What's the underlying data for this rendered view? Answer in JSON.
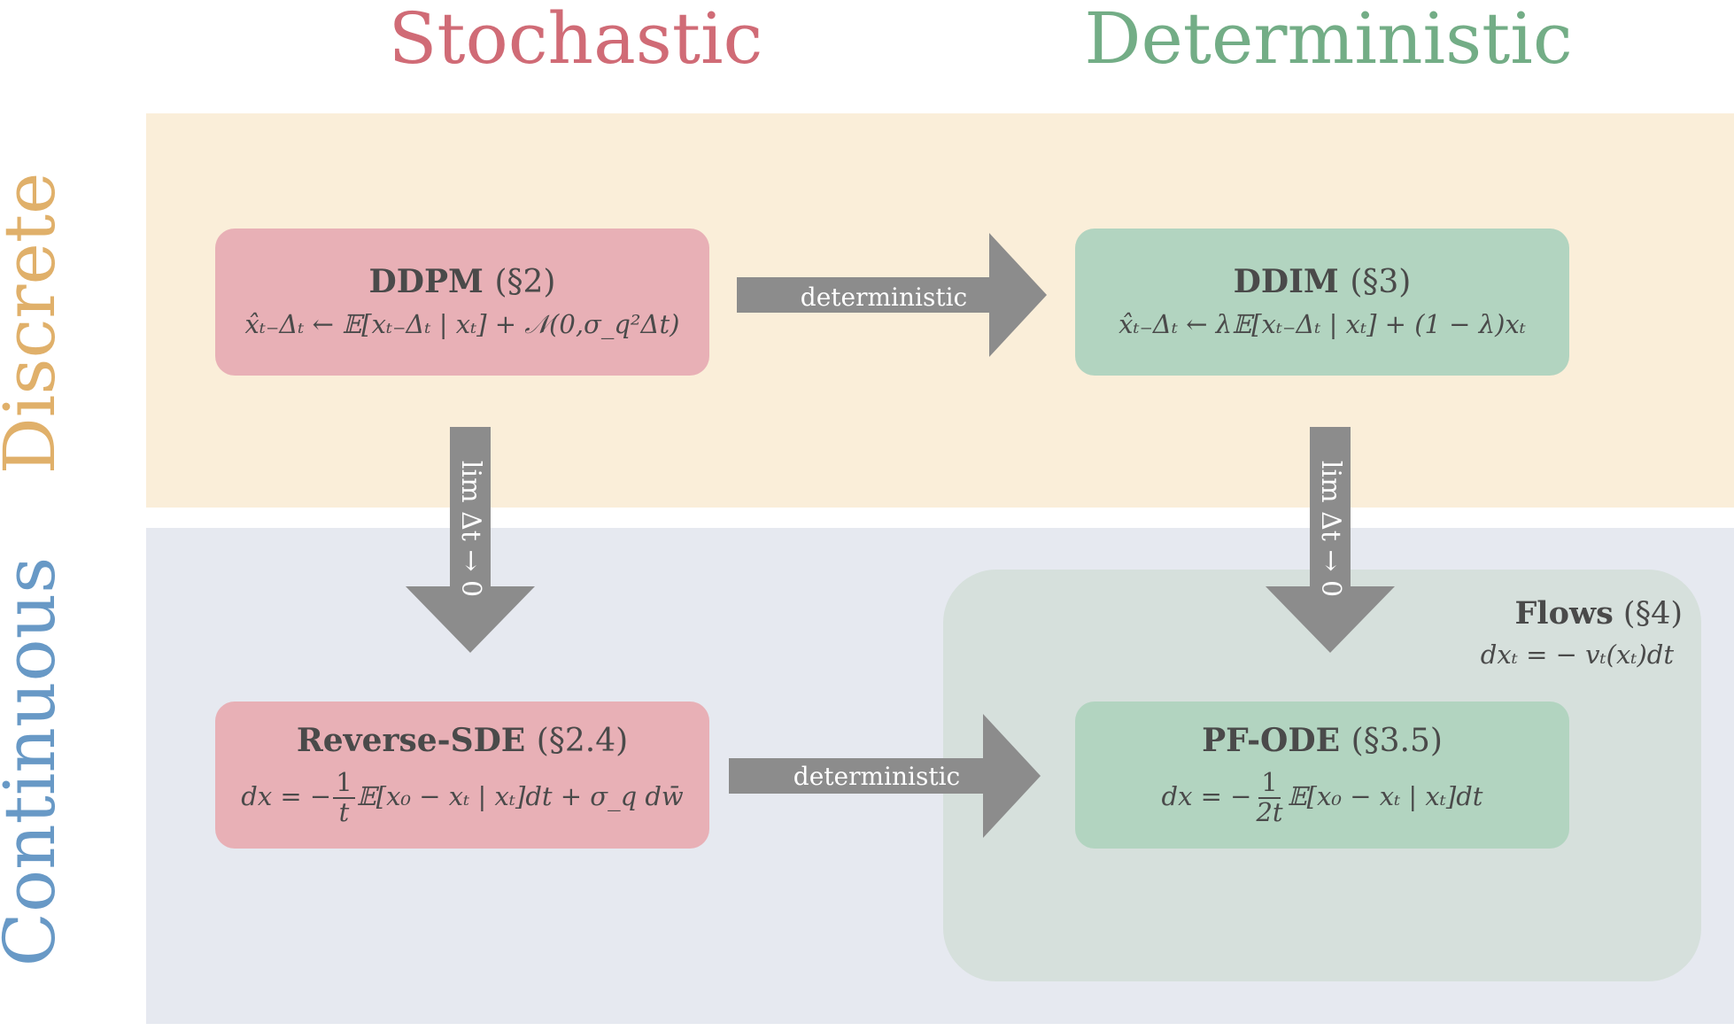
{
  "columns": {
    "stochastic": "Stochastic",
    "deterministic": "Deterministic"
  },
  "rows": {
    "discrete": "Discrete",
    "continuous": "Continuous"
  },
  "nodes": {
    "ddpm": {
      "name": "DDPM",
      "section": "(§2)",
      "equation": "x̂ₜ₋Δₜ ← 𝔼[xₜ₋Δₜ | xₜ] + 𝒩(0,σ_q²Δt)"
    },
    "ddim": {
      "name": "DDIM",
      "section": "(§3)",
      "equation": "x̂ₜ₋Δₜ ← λ𝔼[xₜ₋Δₜ | xₜ] + (1 − λ)xₜ"
    },
    "reverse_sde": {
      "name": "Reverse-SDE",
      "section": "(§2.4)",
      "eq_lhs": "dx = −",
      "frac_num": "1",
      "frac_den": "t",
      "eq_rhs": "𝔼[x₀ − xₜ | xₜ]dt + σ_q dw̄"
    },
    "pf_ode": {
      "name": "PF-ODE",
      "section": "(§3.5)",
      "eq_lhs": "dx = −",
      "frac_num": "1",
      "frac_den": "2t",
      "eq_rhs": "𝔼[x₀ − xₜ | xₜ]dt"
    }
  },
  "flows": {
    "name": "Flows",
    "section": "(§4)",
    "equation": "dxₜ = − vₜ(xₜ)dt"
  },
  "arrows": {
    "ddpm_to_ddim": "deterministic",
    "sde_to_ode": "deterministic",
    "ddpm_to_sde": "lim Δt → 0",
    "ddim_to_ode": "lim Δt → 0"
  },
  "colors": {
    "stochastic": "#d06b76",
    "deterministic": "#73ad86",
    "discrete": "#e0b06a",
    "continuous": "#6899c6",
    "arrow": "#8c8c8c"
  }
}
